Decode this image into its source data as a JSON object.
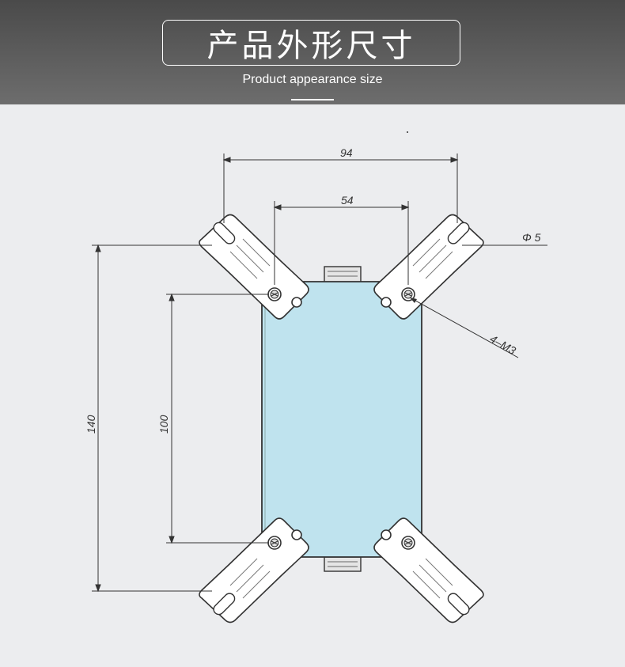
{
  "header": {
    "title": "产品外形尺寸",
    "subtitle": "Product appearance size"
  },
  "drawing": {
    "dimensions": {
      "overall_width": "94",
      "inner_width": "54",
      "overall_height": "140",
      "inner_height": "100",
      "hole_diameter": "Φ 5",
      "screws": "4–M3"
    },
    "colors": {
      "body_fill": "#bfe3ee",
      "header_bg": "#555555",
      "page_bg": "#ecedef"
    }
  }
}
